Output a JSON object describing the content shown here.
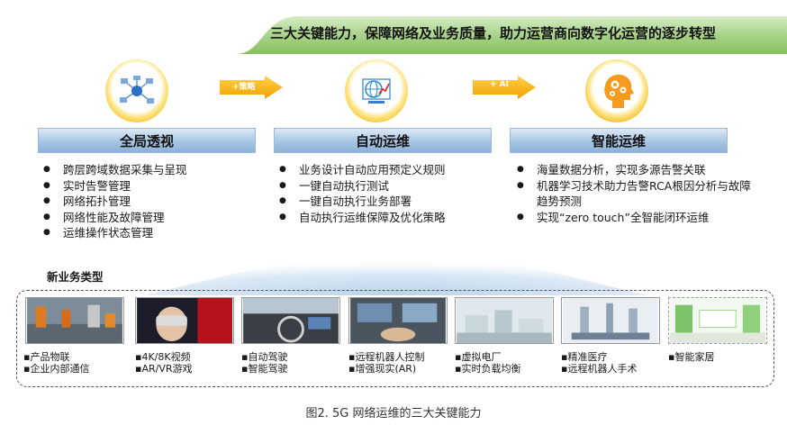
{
  "banner": {
    "text": "三大关键能力，保障网络及业务质量，助力运营商向数字化运营的逐步转型"
  },
  "arrows": [
    {
      "label": "+策略"
    },
    {
      "label": "+ AI"
    }
  ],
  "icons": [
    "network-nodes-icon",
    "globe-chart-icon",
    "brain-gears-icon"
  ],
  "columns": [
    {
      "title": "全局透视",
      "items": [
        "跨层跨域数据采集与呈现",
        "实时告警管理",
        "网络拓扑管理",
        "网络性能及故障管理",
        "运维操作状态管理"
      ]
    },
    {
      "title": "自动运维",
      "items": [
        "业务设计自动应用预定义规则",
        "一键自动执行测试",
        "一键自动执行业务部署",
        "自动执行运维保障及优化策略"
      ]
    },
    {
      "title": "智能运维",
      "items": [
        "海量数据分析，实现多源告警关联",
        "机器学习技术助力告警RCA根因分析与故障趋势预测",
        "实现“zero touch”全智能闭环运维"
      ]
    }
  ],
  "new_business": {
    "title": "新业务类型",
    "groups": [
      {
        "lines": [
          "▪产品物联",
          "▪企业内部通信"
        ]
      },
      {
        "lines": [
          "▪4K/8K视频",
          "▪AR/VR游戏"
        ]
      },
      {
        "lines": [
          "▪自动驾驶",
          "▪智能驾驶"
        ]
      },
      {
        "lines": [
          "▪远程机器人控制",
          "▪增强现实(AR)"
        ]
      },
      {
        "lines": [
          "▪虚拟电厂",
          "▪实时负载均衡"
        ]
      },
      {
        "lines": [
          "▪精准医疗",
          "▪远程机器人手术"
        ]
      },
      {
        "lines": [
          "▪智能家居"
        ]
      }
    ]
  },
  "figure_caption": "图2. 5G 网络运维的三大关键能力",
  "colors": {
    "banner_green": "#8fc36a",
    "arrow_orange": "#f5a800",
    "bar_blue": "#a8c6e3",
    "icon_yellow": "#f7c21c"
  }
}
